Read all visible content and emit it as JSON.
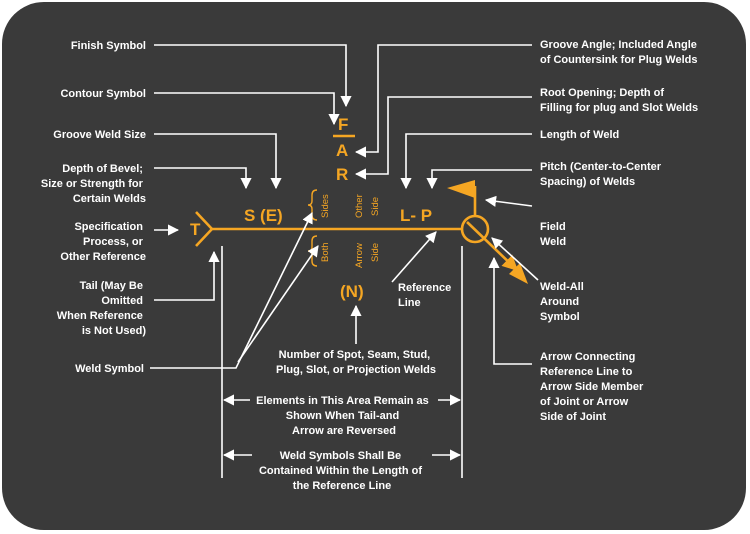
{
  "colors": {
    "background": "#3a3a3a",
    "accent": "#f5a623",
    "text": "#ffffff"
  },
  "icons": [
    "arrowhead-icon",
    "field-weld-flag-icon",
    "weld-all-around-circle-icon"
  ],
  "symbols": {
    "T": "T",
    "F": "F",
    "A": "A",
    "R": "R",
    "SE": "S (E)",
    "LP": "L- P",
    "N": "(N)"
  },
  "small_labels": {
    "sides_top": "Sides",
    "both": "Both",
    "other": "Other",
    "side_top": "Side",
    "arrow": "Arrow",
    "side_bottom": "Side"
  },
  "labels": {
    "finish_symbol": [
      "Finish Symbol"
    ],
    "contour_symbol": [
      "Contour Symbol"
    ],
    "groove_weld_size": [
      "Groove Weld Size"
    ],
    "depth_of_bevel": [
      "Depth of Bevel;",
      "Size or Strength for",
      "Certain Welds"
    ],
    "specification": [
      "Specification",
      "Process, or",
      "Other Reference"
    ],
    "tail": [
      "Tail (May Be",
      "Omitted",
      "When Reference",
      "is Not Used)"
    ],
    "weld_symbol": [
      "Weld Symbol"
    ],
    "groove_angle": [
      "Groove Angle; Included Angle",
      "of Countersink for Plug Welds"
    ],
    "root_opening": [
      "Root Opening; Depth of",
      "Filling for plug and Slot Welds"
    ],
    "length_of_weld": [
      "Length of Weld"
    ],
    "pitch": [
      "Pitch (Center-to-Center",
      "Spacing) of Welds"
    ],
    "field_weld": [
      "Field",
      "Weld"
    ],
    "weld_all_around": [
      "Weld-All",
      "Around",
      "Symbol"
    ],
    "reference_line": [
      "Reference",
      "Line"
    ],
    "arrow_connecting": [
      "Arrow Connecting",
      "Reference Line to",
      "Arrow Side Member",
      "of Joint or Arrow",
      "Side of Joint"
    ],
    "number_of_spot": [
      "Number of Spot, Seam, Stud,",
      "Plug, Slot, or Projection Welds"
    ],
    "elements_remain": [
      "Elements in This Area Remain as",
      "Shown When Tail-and",
      "Arrow are Reversed"
    ],
    "contained_within": [
      "Weld Symbols Shall Be",
      "Contained Within the Length of",
      "the Reference Line"
    ]
  }
}
